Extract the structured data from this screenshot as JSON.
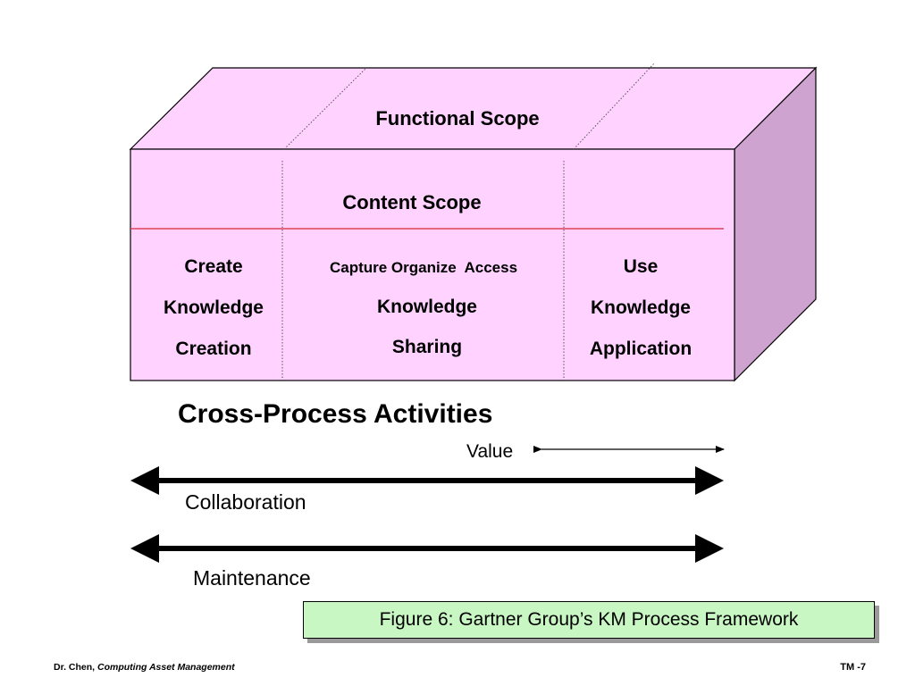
{
  "diagram": {
    "functional_scope": "Functional Scope",
    "content_scope": "Content Scope",
    "columns": [
      {
        "lines": [
          "Create",
          "Knowledge",
          "Creation"
        ]
      },
      {
        "lines": [
          "Capture Organize  Access",
          "Knowledge",
          "Sharing"
        ]
      },
      {
        "lines": [
          "Use",
          "Knowledge",
          "Application"
        ]
      }
    ],
    "cross_process_title": "Cross-Process Activities",
    "activities": {
      "value": "Value",
      "collaboration": "Collaboration",
      "maintenance": "Maintenance"
    },
    "colors": {
      "front_face": "#ffd2ff",
      "top_face": "#ffd2ff",
      "side_face": "#cfa3cf",
      "divider": "#e0405a"
    }
  },
  "caption": "Figure 6: Gartner Group’s KM Process Framework",
  "footer": {
    "author": "Dr. Chen,",
    "course": "Computing Asset Management",
    "page": "TM -7"
  }
}
